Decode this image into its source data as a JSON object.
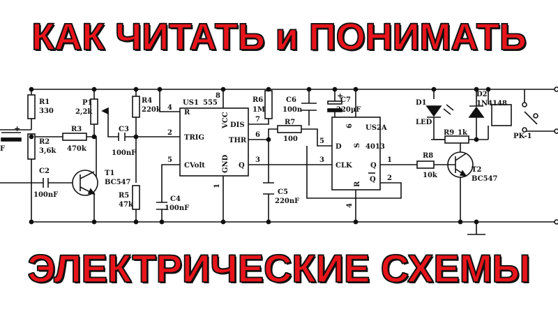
{
  "titles": {
    "top": "КАК ЧИТАТЬ и ПОНИМАТЬ",
    "bottom": "ЭЛЕКТРИЧЕСКИЕ СХЕМЫ"
  },
  "colors": {
    "title_fill": "#e8141b",
    "title_outline": "#111111",
    "schematic": "#111111"
  },
  "components": {
    "r1": {
      "ref": "R1",
      "value": "330"
    },
    "r2": {
      "ref": "R2",
      "value": "3,6k"
    },
    "c1_value": "F",
    "c2": {
      "ref": "C2",
      "value": "100nF"
    },
    "p1": {
      "ref": "P1",
      "value": "2,2k"
    },
    "r3": {
      "ref": "R3",
      "value": "470k"
    },
    "t1": {
      "ref": "T1",
      "value": "BC547"
    },
    "c3": {
      "ref": "C3",
      "value": "100nF"
    },
    "r4": {
      "ref": "R4",
      "value": "220k"
    },
    "r5": {
      "ref": "R5",
      "value": "47k"
    },
    "c4": {
      "ref": "C4",
      "value": "100nF"
    },
    "us1": {
      "ref": "US1",
      "type": "555",
      "pins": {
        "r": "R",
        "trig": "TRIG",
        "cvolt": "CVolt",
        "vcc": "VCC",
        "dis": "DIS",
        "thr": "THR",
        "gnd": "GND",
        "q": "Q"
      },
      "pin_numbers": {
        "p4": "4",
        "p2": "2",
        "p5": "5",
        "p8": "8",
        "p7": "7",
        "p6": "6",
        "p3": "3",
        "p1": "1"
      }
    },
    "r6": {
      "ref": "R6",
      "value": "1M"
    },
    "c6": {
      "ref": "C6",
      "value": "100n"
    },
    "c7": {
      "ref": "C7",
      "value": "220µF"
    },
    "r7": {
      "ref": "R7",
      "value": "100"
    },
    "c5": {
      "ref": "C5",
      "value": "220nF"
    },
    "us2": {
      "ref": "US2A",
      "type": "4013",
      "pins": {
        "d": "D",
        "clk": "CLK",
        "s": "S",
        "r": "R",
        "q": "Q",
        "qbar": "Q"
      },
      "pin_numbers": {
        "p5": "5",
        "p3": "3",
        "p6": "6",
        "p4": "4",
        "p1": "1",
        "p2": "2"
      }
    },
    "r8": {
      "ref": "R8",
      "value": "10k"
    },
    "t2": {
      "ref": "T2",
      "value": "BC547"
    },
    "d1": {
      "ref": "D1",
      "value": "LED"
    },
    "r9": {
      "ref": "R9",
      "value": "1k"
    },
    "d2": {
      "ref": "D2",
      "value": "1N4148"
    },
    "rk1": {
      "ref": "PK-1"
    }
  }
}
